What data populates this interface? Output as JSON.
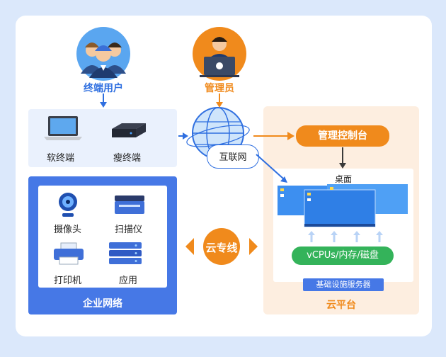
{
  "nodes": {
    "terminal_users": "终端用户",
    "admin": "管理员",
    "soft_terminal": "软终端",
    "thin_terminal": "瘦终端",
    "internet": "互联网",
    "console": "管理控制台",
    "desktop": "桌面",
    "resources": "vCPUs/内存/磁盘",
    "infra_server": "基础设施服务器",
    "cloud_platform": "云平台",
    "camera": "摄像头",
    "scanner": "扫描仪",
    "printer": "打印机",
    "application": "应用",
    "enterprise_network": "企业网络",
    "cloud_line": "云专线"
  },
  "colors": {
    "blue": "#2f6fe0",
    "orange": "#f08a1c",
    "green": "#34b35a",
    "enterprise_blue": "#4678e6",
    "cloud_bg": "#fdeee0"
  }
}
